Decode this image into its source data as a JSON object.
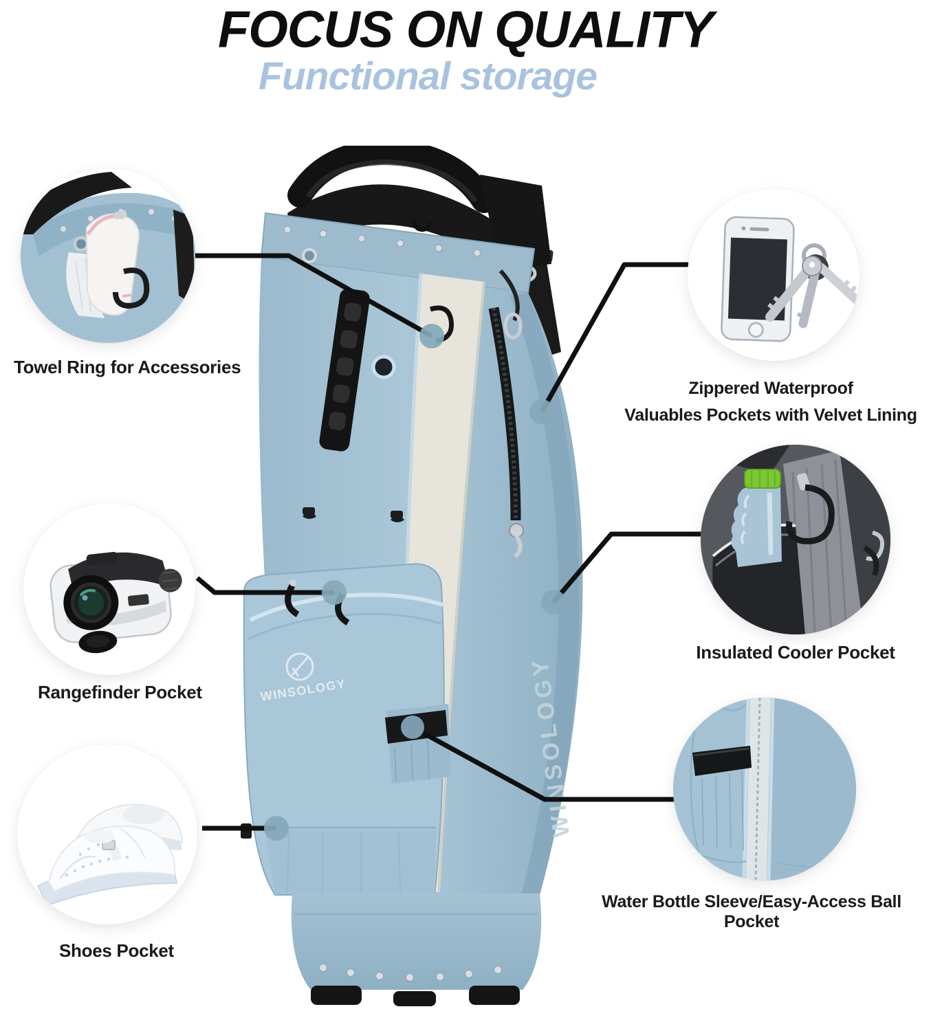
{
  "header": {
    "title": "FOCUS ON QUALITY",
    "subtitle": "Functional storage"
  },
  "brand": {
    "name": "WINSOLOGY"
  },
  "callouts": [
    {
      "id": "towel-ring",
      "label": "Towel Ring for Accessories",
      "photo": "towel-and-glove-on-bag-hook-photo"
    },
    {
      "id": "valuables-pocket",
      "label_lines": [
        "Zippered Waterproof",
        "Valuables Pockets with Velvet Lining"
      ],
      "photo": "smartphone-and-keys-photo"
    },
    {
      "id": "rangefinder-pocket",
      "label": "Rangefinder Pocket",
      "photo": "golf-rangefinder-photo"
    },
    {
      "id": "cooler-pocket",
      "label": "Insulated Cooler Pocket",
      "photo": "water-bottle-in-cooler-pocket-photo"
    },
    {
      "id": "shoes-pocket",
      "label": "Shoes Pocket",
      "photo": "white-golf-shoes-photo"
    },
    {
      "id": "ball-pocket",
      "label": "Water Bottle Sleeve/Easy-Access Ball Pocket",
      "photo": "bag-pocket-with-elastic-band-photo"
    }
  ],
  "colors": {
    "bag_blue": "#a7c4d6",
    "bag_blue_dark": "#8fb2c6",
    "stripe_cream": "#e7e4db",
    "subtitle_blue": "#a9c3df",
    "title_black": "#0e0e0e",
    "leader_line": "#101010",
    "callout_dot": "#85a8ba"
  }
}
